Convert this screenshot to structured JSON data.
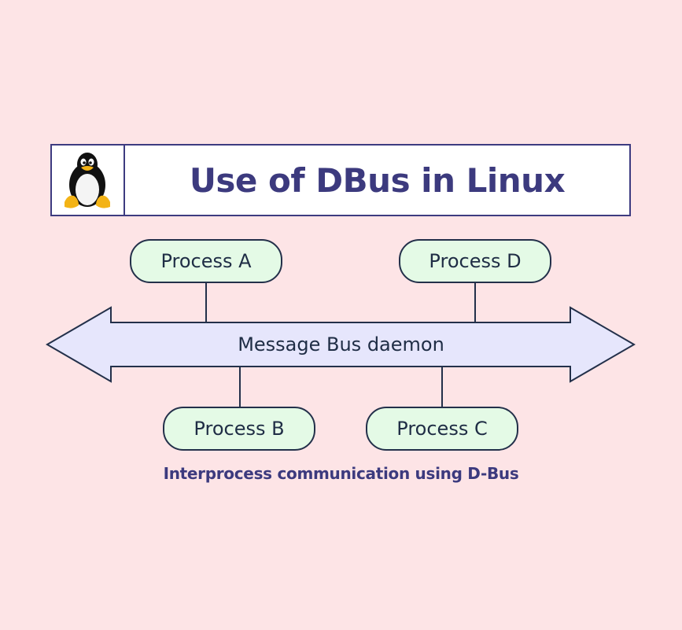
{
  "header": {
    "logo_icon": "tux-penguin-icon",
    "title": "Use of DBus in Linux"
  },
  "bus": {
    "label": "Message Bus daemon",
    "shape": "double-headed-arrow"
  },
  "processes": {
    "a": "Process A",
    "b": "Process B",
    "c": "Process C",
    "d": "Process D"
  },
  "caption": "Interprocess communication using D-Bus",
  "colors": {
    "background": "#fde4e6",
    "title": "#3c3a7e",
    "bus_fill": "#e6e6fc",
    "process_fill": "#e4fae6",
    "stroke": "#23304a"
  }
}
